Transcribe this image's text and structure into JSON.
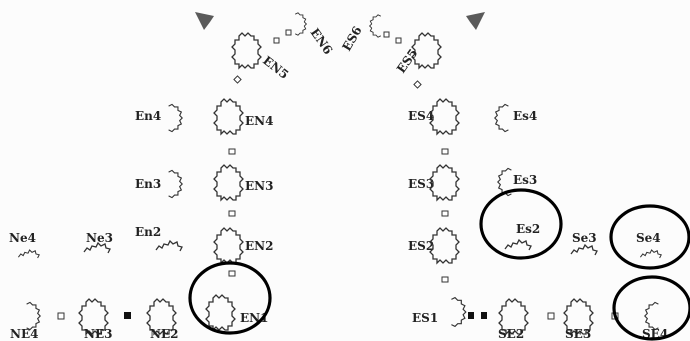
{
  "labels": {
    "en6": "EN6",
    "es6": "ES6",
    "en5": "EN5",
    "es5": "ES5",
    "en4_small": "En4",
    "en4": "EN4",
    "es4": "ES4",
    "es4_small": "Es4",
    "en3_small": "En3",
    "en3": "EN3",
    "es3": "ES3",
    "es3_small": "Es3",
    "ne4": "Ne4",
    "ne3": "Ne3",
    "en2_small": "En2",
    "en2": "EN2",
    "es2": "ES2",
    "es2_small": "Es2",
    "se3": "Se3",
    "se4": "Se4",
    "ne4_upper": "NE4",
    "ne3_upper": "NE3",
    "ne2_upper": "NE2",
    "en1": "EN1",
    "es1": "ES1",
    "se2_upper": "SE2",
    "se3_upper": "SE3",
    "se4_upper": "SE4"
  },
  "colors": {
    "background": "#fcfcfc",
    "outline": "#333333",
    "circle_highlight": "#000000",
    "fan_marker": "#5a5a5a"
  }
}
